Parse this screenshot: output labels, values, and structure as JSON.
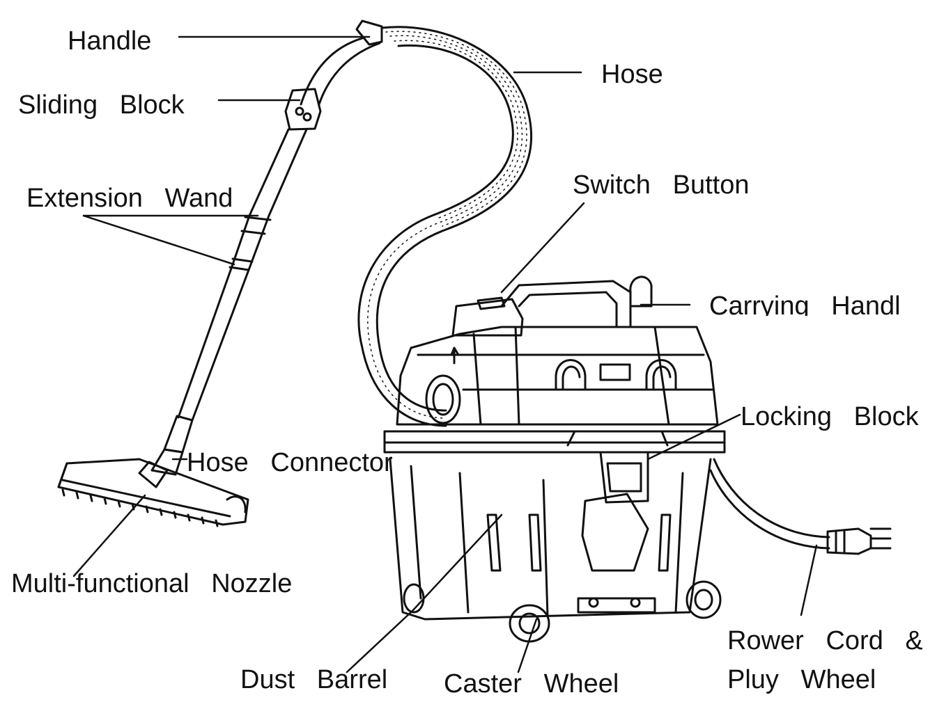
{
  "labels": {
    "handle": "Handle",
    "sliding_block": "Sliding   Block",
    "extension_wand": "Extension   Wand",
    "hose": "Hose",
    "switch_button": "Switch   Button",
    "carrying_handle": "Carrying   Handl",
    "locking_block": "Locking   Block",
    "hose_connector": "Hose   Connector",
    "nozzle": "Multi-functional   Nozzle",
    "dust_barrel": "Dust   Barrel",
    "caster_wheel": "Caster   Wheel",
    "power_cord_line1": "Rower   Cord   &",
    "power_cord_line2": "Pluy   Wheel"
  },
  "colors": {
    "line": "#111111",
    "background": "#ffffff"
  }
}
